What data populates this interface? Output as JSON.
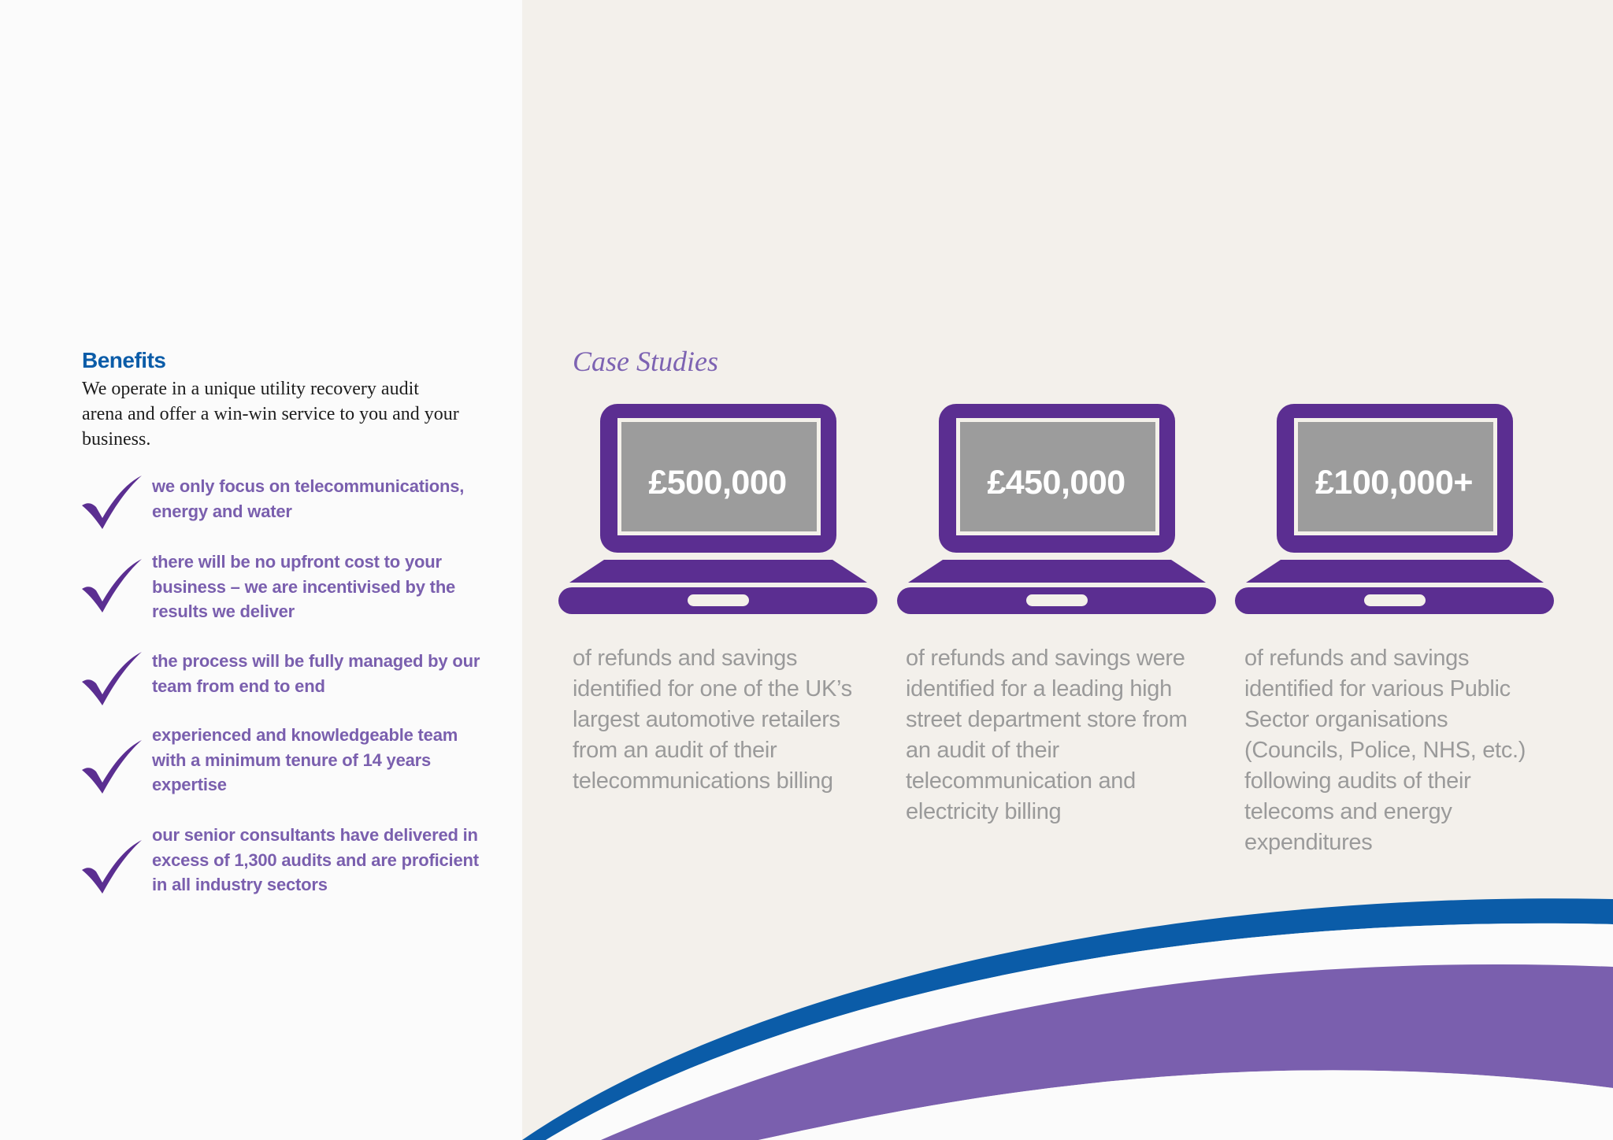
{
  "benefits": {
    "title": "Benefits",
    "intro": "We operate in a unique utility recovery audit arena and offer a win-win service to you and your business.",
    "items": [
      {
        "text": "we only focus on telecommunications, energy and water",
        "icon": "checkmark-icon"
      },
      {
        "text": "there will be no upfront cost to your business – we are incentivised by the results we deliver",
        "icon": "checkmark-icon"
      },
      {
        "text": "the process will be fully managed by our team from end to end",
        "icon": "checkmark-icon"
      },
      {
        "text": "experienced and knowledgeable team with a minimum tenure of 14 years expertise",
        "icon": "checkmark-icon"
      },
      {
        "text": "our senior consultants have delivered in excess of 1,300 audits and are proficient in all industry sectors",
        "icon": "checkmark-icon"
      }
    ]
  },
  "case_studies": {
    "title": "Case Studies",
    "items": [
      {
        "amount": "£500,000",
        "description": "of refunds and savings identified for one of the UK’s largest automotive retailers from an audit of their telecommunications billing",
        "icon": "laptop-icon"
      },
      {
        "amount": "£450,000",
        "description": "of refunds and savings were identified for a leading high street department store from an audit of their telecommunication and electricity billing",
        "icon": "laptop-icon"
      },
      {
        "amount": "£100,000+",
        "description": "of refunds and savings identified for various Public Sector organisations (Councils, Police, NHS, etc.) following audits of their telecoms and energy expenditures",
        "icon": "laptop-icon"
      }
    ]
  },
  "colors": {
    "purple": "#5b2e91",
    "light_purple": "#7a5fae",
    "blue": "#0b5ca8",
    "screen_gray": "#9c9c9c"
  }
}
